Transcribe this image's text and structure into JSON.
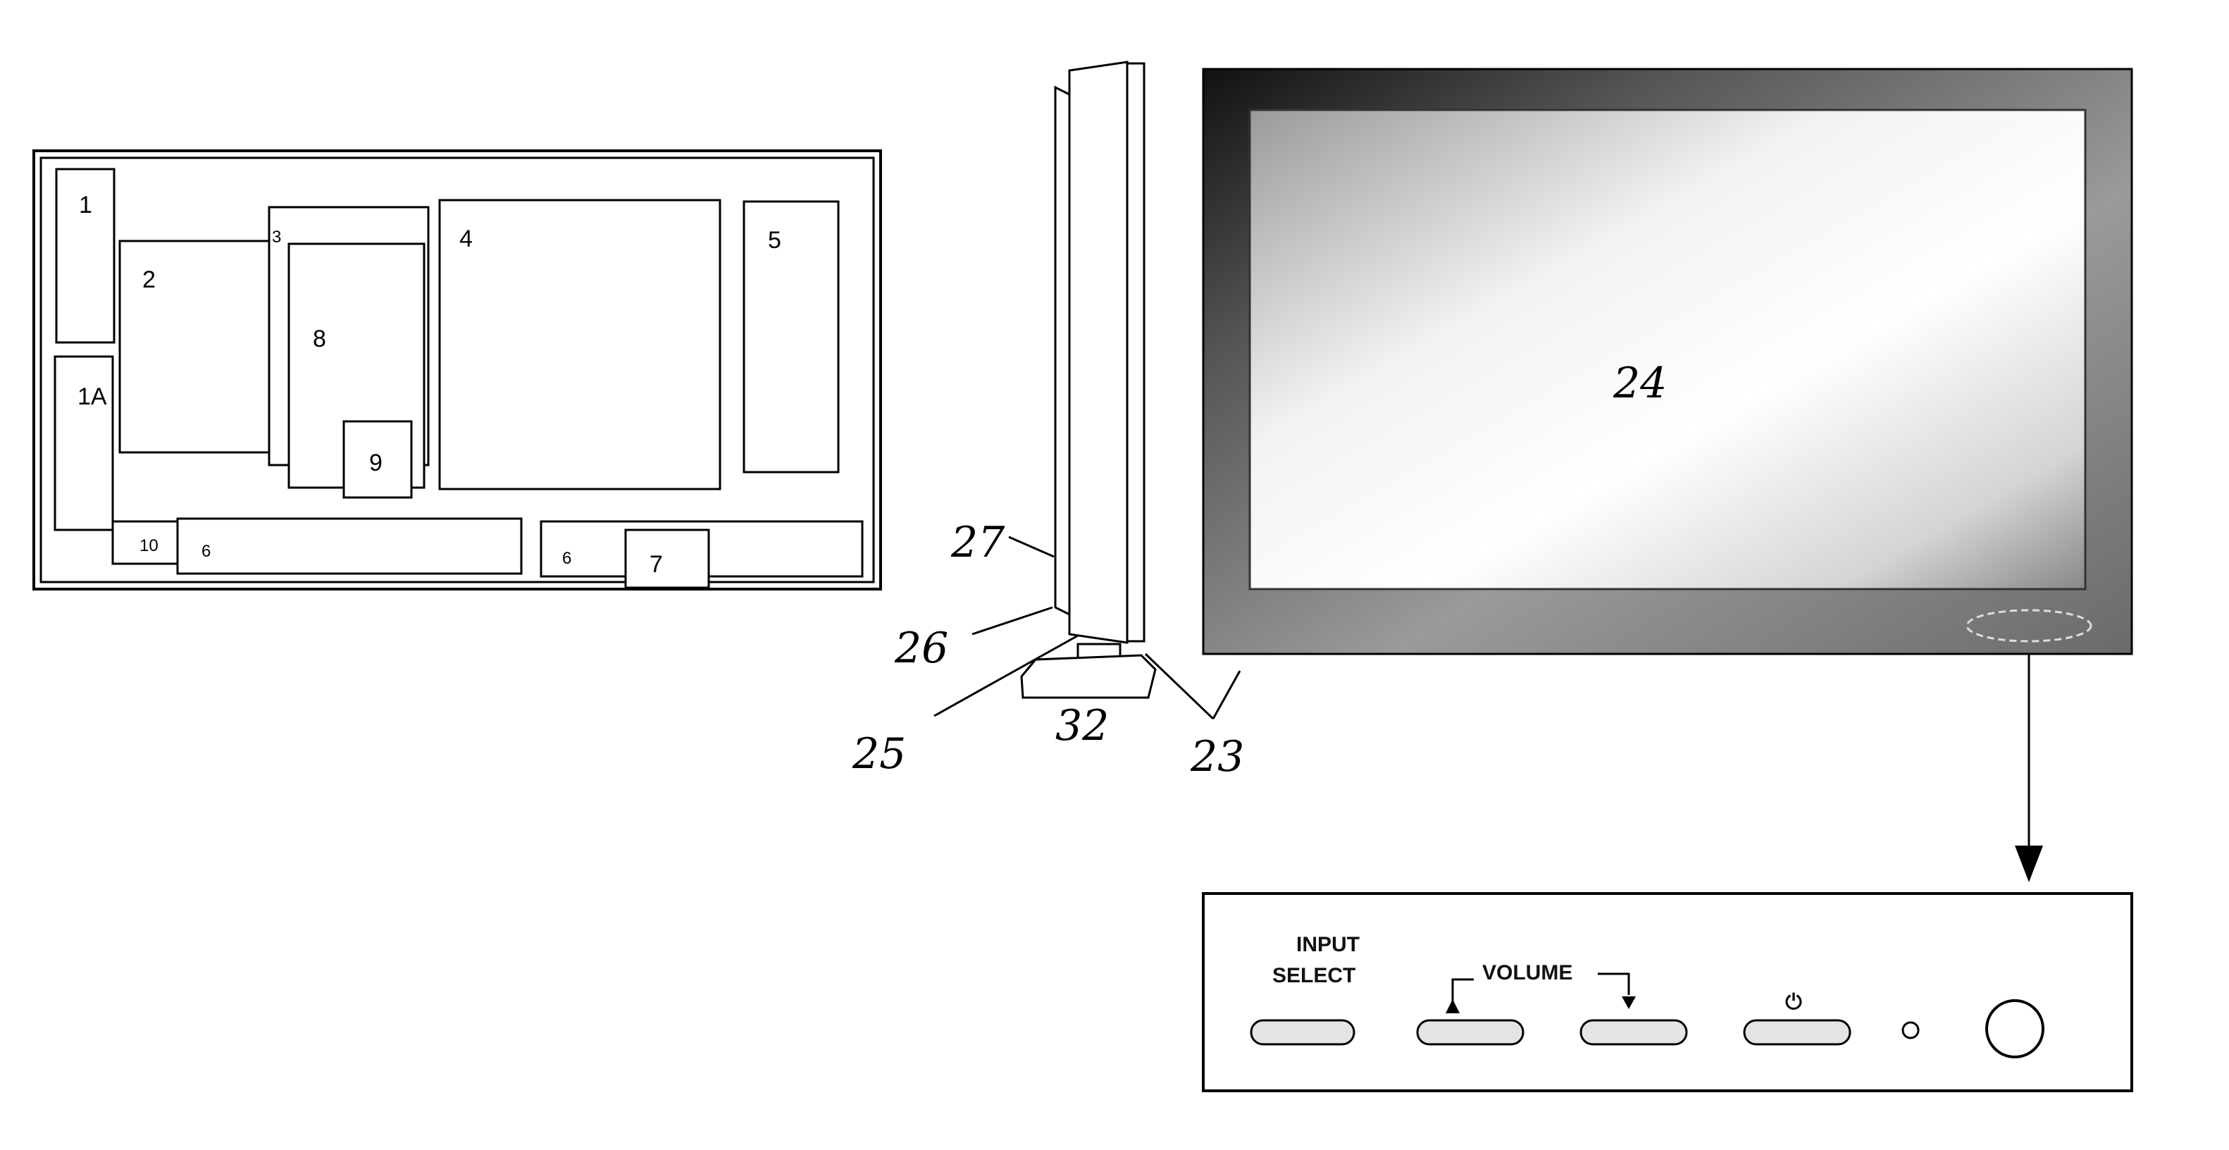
{
  "block_diagram": {
    "labels": {
      "b1": "1",
      "b1a": "1A",
      "b2": "2",
      "b3": "3",
      "b4": "4",
      "b5": "5",
      "b6a": "6",
      "b6b": "6",
      "b7": "7",
      "b8": "8",
      "b9": "9",
      "b10": "10"
    }
  },
  "side_view": {
    "labels": {
      "r27": "27",
      "r26": "26",
      "r25": "25",
      "r32": "32",
      "r23": "23"
    }
  },
  "front_view": {
    "labels": {
      "r24": "24"
    }
  },
  "control_panel": {
    "input_select_line1": "INPUT",
    "input_select_line2": "SELECT",
    "volume_label": "VOLUME",
    "power_symbol": "⏻"
  }
}
